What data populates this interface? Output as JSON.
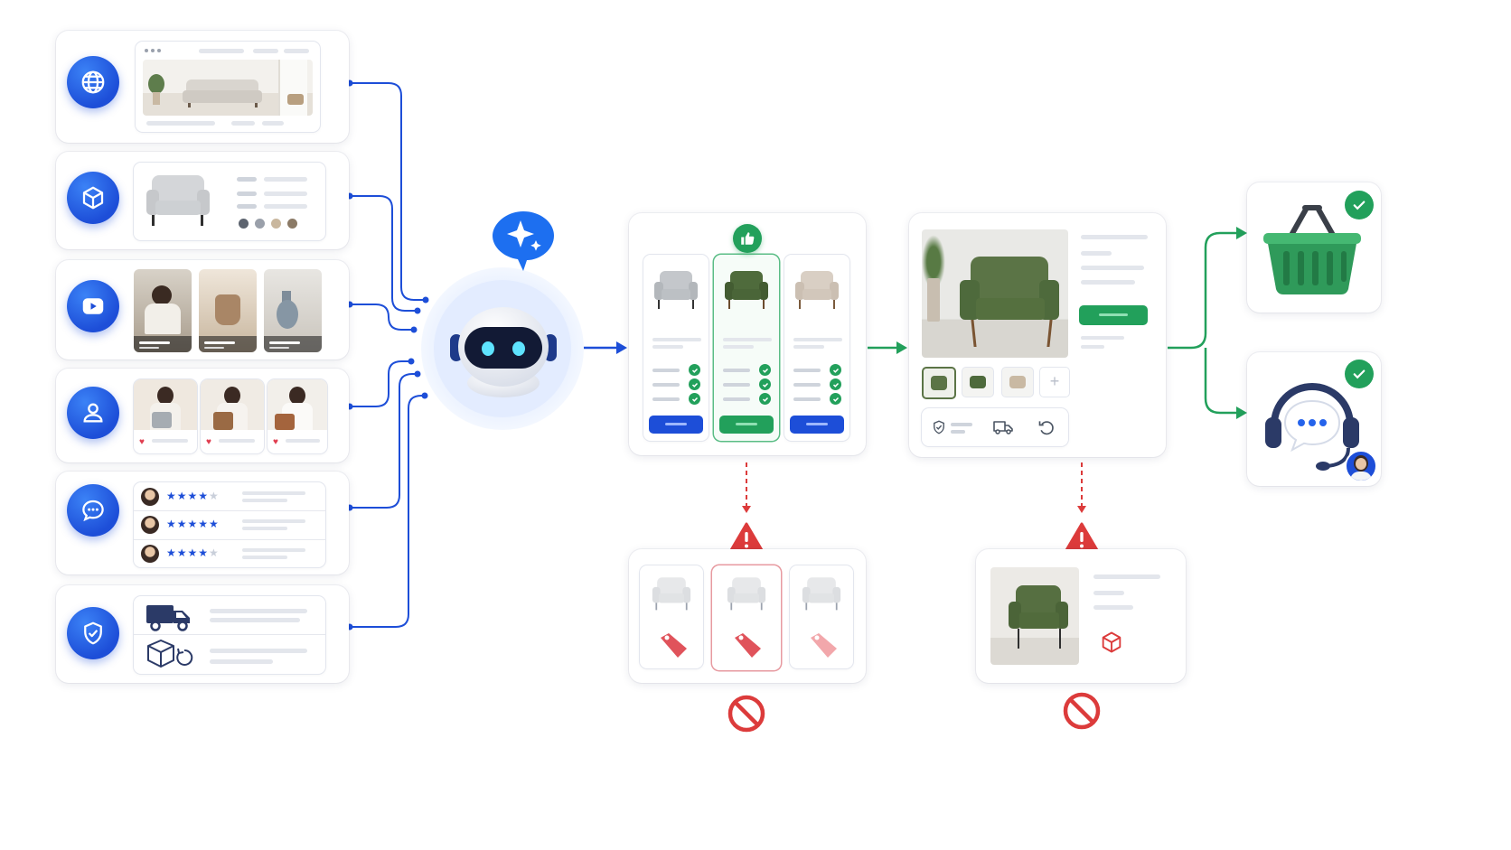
{
  "diagram": {
    "source_icons": [
      "globe-icon",
      "cube-icon",
      "play-icon",
      "user-icon",
      "chat-icon",
      "shield-check-icon"
    ],
    "robot_badge_icon": "sparkle-icon",
    "compare_badge_icon": "thumbs-up-icon",
    "detail_thumb_add": "+",
    "outcome_icons": [
      "basket-icon",
      "support-headset-icon"
    ],
    "warning_icon": "warning-triangle-icon",
    "blocked_icon": "no-entry-icon",
    "review_stars": [
      4,
      5,
      4
    ],
    "colors": {
      "blue": "#1d4ed8",
      "green": "#22a05b",
      "red": "#dc3b3b",
      "light_blue_glow": "#e8f0ff"
    }
  }
}
